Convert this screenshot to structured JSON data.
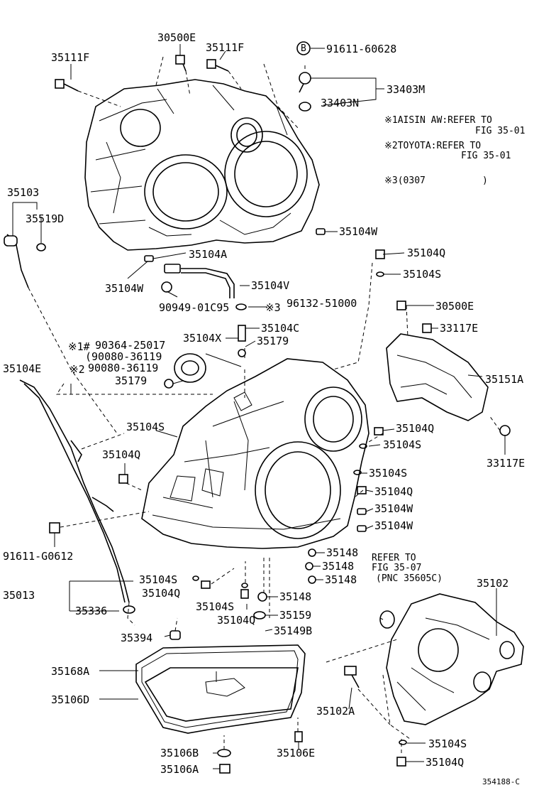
{
  "labels": {
    "l1": "30500E",
    "l2": "35111F",
    "l3": "35111F",
    "l4": "91611-60628",
    "l5": "33403M",
    "l6": "33403N",
    "l7": "35103",
    "l8": "35519D",
    "l9": "35104W",
    "l10": "35104A",
    "l11": "35104W",
    "l12": "35104Q",
    "l13": "35104S",
    "l14": "35104V",
    "l15": "90949-01C95",
    "l16": "96132-51000",
    "l17": "35104C",
    "l18": "35104X",
    "l19": "35179",
    "l20": "30500E",
    "l21": "33117E",
    "l22": "90364-25017",
    "l23": "(90080-36119",
    "l24": "90080-36119",
    "l25": "35104E",
    "l26": "35179",
    "l27": "35151A",
    "l28": "35104S",
    "l29": "35104Q",
    "l30": "35104S",
    "l31": "33117E",
    "l32": "35104Q",
    "l33": "35104S",
    "l34": "35104Q",
    "l35": "35104W",
    "l36": "35104W",
    "l37": "91611-G0612",
    "l38": "35148",
    "l39": "35148",
    "l40": "35148",
    "l41": "35102",
    "l42": "35104S",
    "l43": "35104Q",
    "l44": "35013",
    "l45": "35148",
    "l46": "35104S",
    "l47": "35159",
    "l48": "35104Q",
    "l49": "35149B",
    "l50": "35336",
    "l51": "35394",
    "l52": "35168A",
    "l53": "35106D",
    "l54": "35102A",
    "l55": "35106B",
    "l56": "35106E",
    "l57": "35106A",
    "l58": "35104S",
    "l59": "35104Q"
  },
  "marks": {
    "b_circle": "B",
    "asterisk3": "※3",
    "asterisk1": "※1#",
    "asterisk2": "※2"
  },
  "notes": {
    "n1a": "※1AISIN AW:REFER TO",
    "n1b": "FIG 35-01",
    "n2a": "※2TOYOTA:REFER TO",
    "n2b": "FIG 35-01",
    "n3a": "※3(0307",
    "n3b": ")",
    "refer1": "REFER TO",
    "refer2": "FIG 35-07",
    "refer3": "(PNC 35605C)"
  },
  "illustration_id": "354188-C"
}
